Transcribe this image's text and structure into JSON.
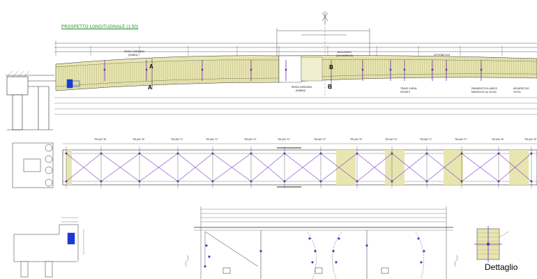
{
  "drawing": {
    "title": "PROSPETTO LONGITUDINALE (1:50)",
    "caption": "Dettaglio",
    "section_marks": [
      "A",
      "A",
      "B",
      "B"
    ],
    "frame_labels": [
      "TELAIO \"B\"",
      "TELAIO \"B\"",
      "TELAIO \"C\"",
      "TELAIO \"C\"",
      "TELAIO \"D\"",
      "TELAIO \"D\"",
      "TELAIO \"E\"",
      "TELAIO \"E\"",
      "TELAIO \"D\"",
      "TELAIO \"C\"",
      "TELAIO \"C\"",
      "TELAIO \"B\"",
      "TELAIO \"B\""
    ],
    "callouts": {
      "iroko_1": "IROKO-GERA 8NO",
      "iroko_1b": "(RUBINI)",
      "iroko_2": "IROKO-GERA 8NO",
      "iroko_2b": "(RUBINI)",
      "bullonato": "BULLONATO",
      "bullonato_b": "(12×10/180x10)",
      "lettone": "LETTONE 10,8",
      "trave_curva": "TRAVE CURVA",
      "trave_curva_b": "207x05.0",
      "pavimento": "PAVIMENTO IN LARICE",
      "pavimento_b": "MASSICCIO sp. 45 mm",
      "arcareccio": "ARCARECCIO",
      "arcareccio_b": "127x2x"
    },
    "colors": {
      "line": "#2a2a2a",
      "deck": "#e8e6b0",
      "accent": "#6a2fb0",
      "brace": "#7b3fc4",
      "blue": "#1a3ad1",
      "title": "#1a8a1a"
    }
  }
}
